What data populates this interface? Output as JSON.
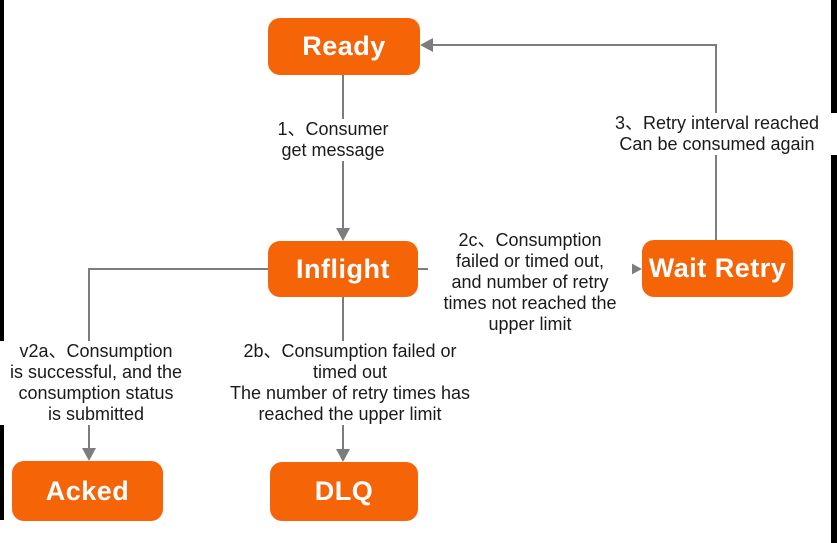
{
  "colors": {
    "node": "#f66408",
    "node_text": "#ffffff",
    "arrow": "#7d7d7d",
    "label_text": "#1a1a1a",
    "frame": "#000000",
    "canvas": "#ffffff"
  },
  "nodes": {
    "ready": {
      "label": "Ready"
    },
    "inflight": {
      "label": "Inflight"
    },
    "wait_retry": {
      "label": "Wait Retry"
    },
    "acked": {
      "label": "Acked"
    },
    "dlq": {
      "label": "DLQ"
    }
  },
  "edges": {
    "get_message": {
      "label": "1、Consumer\nget message"
    },
    "to_wait_retry": {
      "label": "2c、Consumption\nfailed or timed out,\nand number of retry\ntimes not reached the\nupper limit"
    },
    "retry_reached": {
      "label": "3、Retry interval reached\nCan be consumed again"
    },
    "ack_success": {
      "label": "v2a、Consumption\nis successful, and the\nconsumption status\nis submitted"
    },
    "to_dlq": {
      "label": "2b、Consumption failed or\ntimed out\nThe number of retry times has\nreached the upper limit"
    }
  }
}
